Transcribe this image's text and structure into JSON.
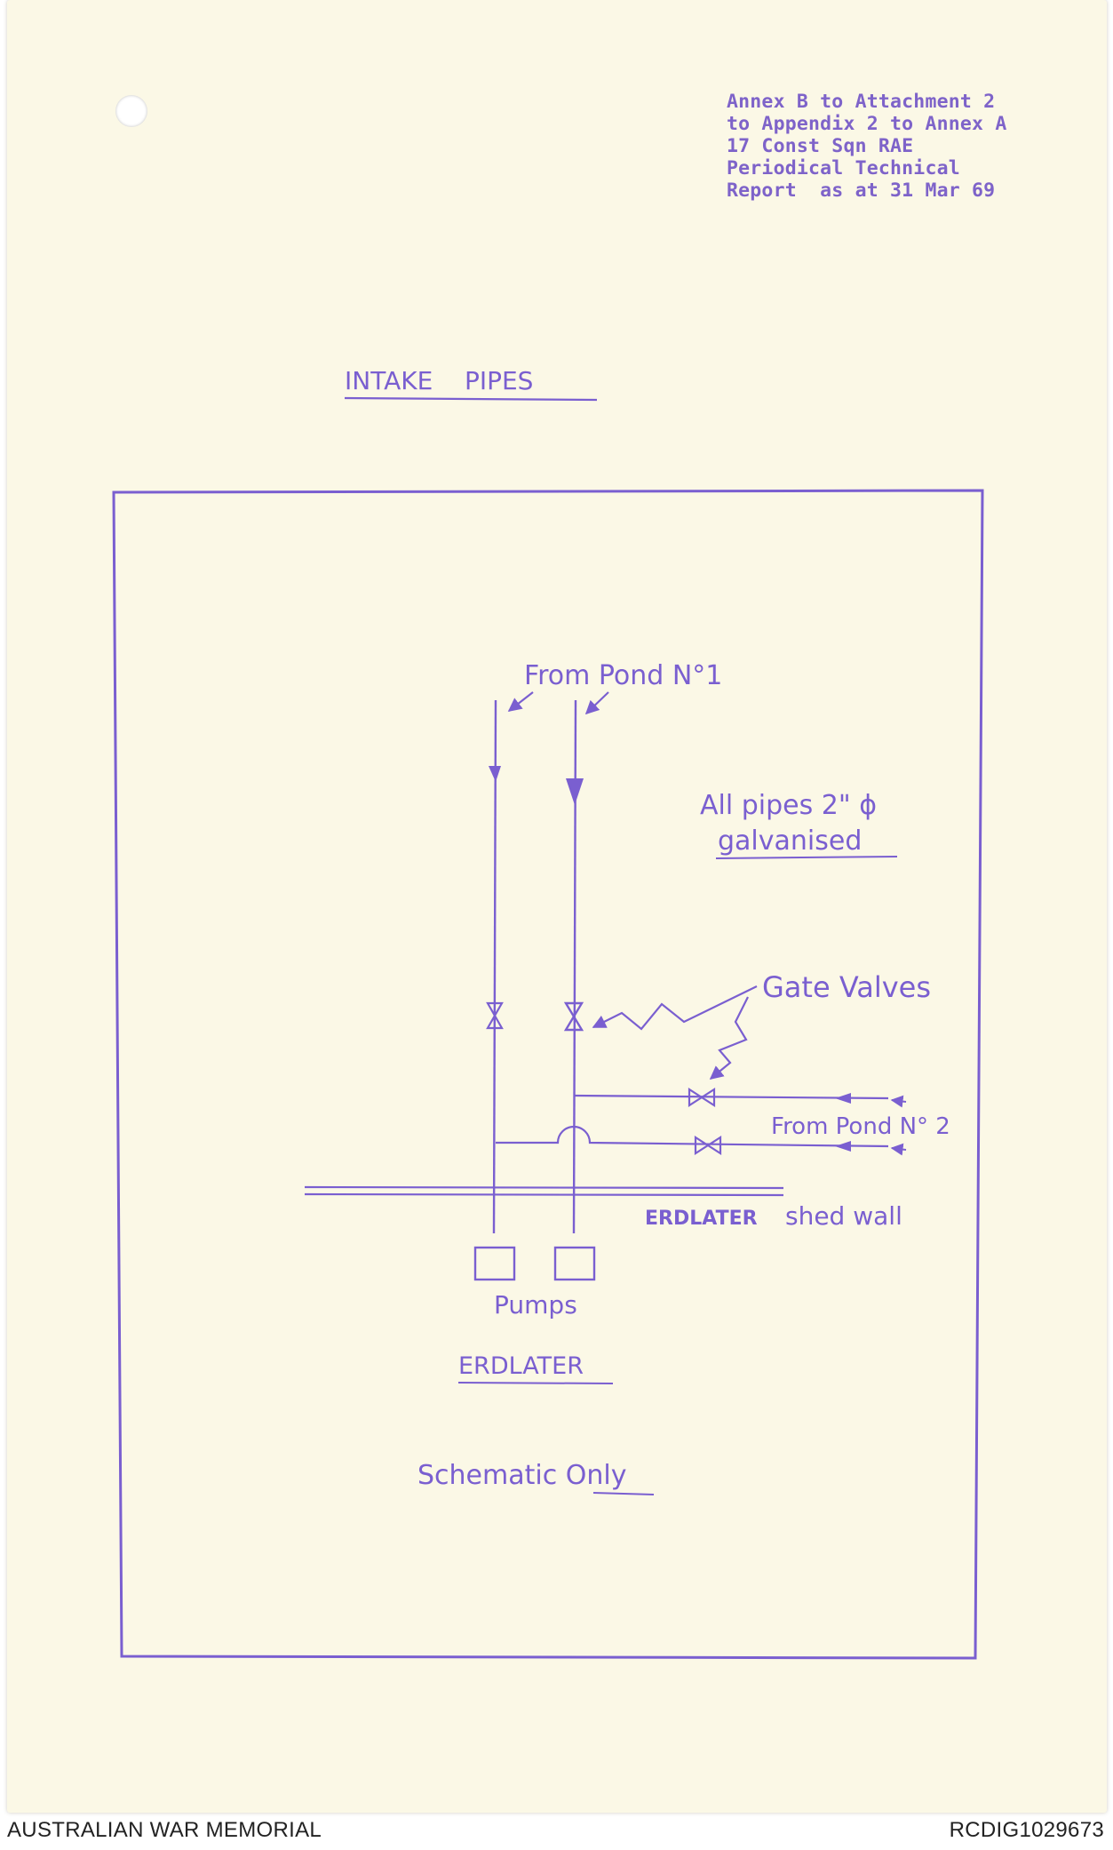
{
  "document": {
    "stamp_lines": [
      "Annex B to Attachment 2",
      "to Appendix 2 to Annex A",
      "17 Const Sqn RAE",
      "Periodical Technical",
      "Report  as at 31 Mar 69"
    ],
    "title": "INTAKE    PIPES"
  },
  "diagram": {
    "labels": {
      "from_pond_1": "From Pond N°1",
      "pipes_note_line1": "All pipes 2\" ϕ",
      "pipes_note_line2": "galvanised",
      "gate_valves": "Gate Valves",
      "from_pond_2": "From Pond N° 2",
      "shed_wall": "shed wall",
      "shed_wall_name": "ERDLATER",
      "pumps": "Pumps",
      "erdlater": "ERDLATER",
      "schematic_note": "Schematic Only"
    },
    "nodes": [
      {
        "id": "pond-1",
        "label": "From Pond N°1"
      },
      {
        "id": "pond-2",
        "label": "From Pond N° 2"
      },
      {
        "id": "gate-valve-left",
        "label": "Gate Valves"
      },
      {
        "id": "gate-valve-right",
        "label": "Gate Valves"
      },
      {
        "id": "gate-valve-upper-branch",
        "label": "Gate Valves"
      },
      {
        "id": "gate-valve-lower-branch",
        "label": "Gate Valves"
      },
      {
        "id": "pump-left",
        "label": "Pumps"
      },
      {
        "id": "pump-right",
        "label": "Pumps"
      }
    ],
    "edges": [
      {
        "from": "pond-1",
        "to": "pump-left"
      },
      {
        "from": "pond-1",
        "to": "pump-right"
      },
      {
        "from": "pond-2",
        "to": "pump-right"
      },
      {
        "from": "pond-2",
        "to": "pump-left"
      }
    ]
  },
  "colors": {
    "ink": "#7a5fd0",
    "paper": "#fbf8e6"
  },
  "footer": {
    "left": "AUSTRALIAN WAR MEMORIAL",
    "right": "RCDIG1029673"
  }
}
